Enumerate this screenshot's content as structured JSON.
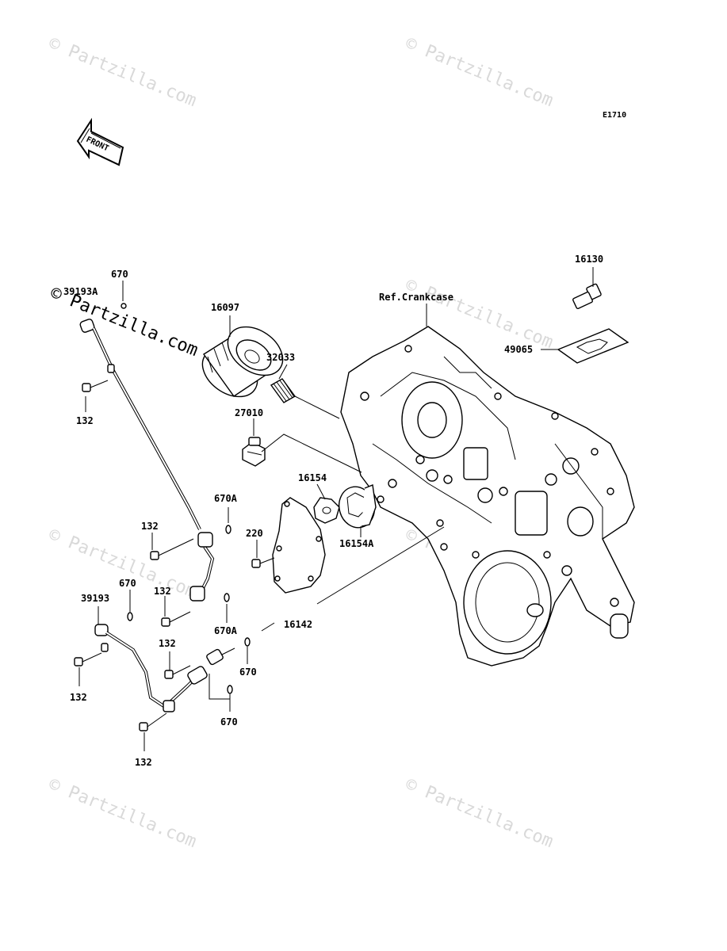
{
  "diagram_code": "E1710",
  "front_label": "FRONT",
  "ref_label": "Ref.Crankcase",
  "watermark": "© Partzilla.com",
  "callouts": {
    "c670_top": "670",
    "c39193A": "39193A",
    "c132_a": "132",
    "c16097": "16097",
    "c32033": "32033",
    "c27010": "27010",
    "c16130": "16130",
    "c49065": "49065",
    "c670A_a": "670A",
    "c132_b": "132",
    "c16154": "16154",
    "c220": "220",
    "c16154A": "16154A",
    "c670_b": "670",
    "c39193": "39193",
    "c132_c": "132",
    "c670A_b": "670A",
    "c16142": "16142",
    "c132_d": "132",
    "c670_c": "670",
    "c132_e": "132",
    "c670_d": "670",
    "c132_f": "132"
  }
}
